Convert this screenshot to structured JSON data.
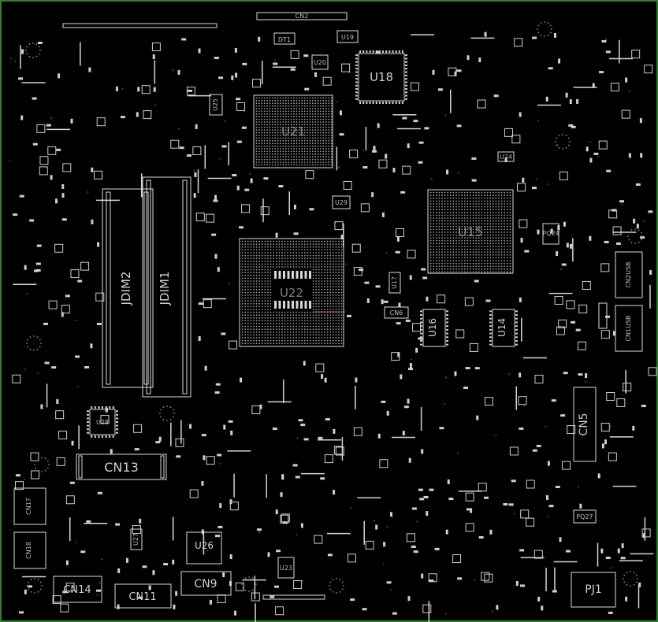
{
  "colors": {
    "background": "#000000",
    "border": "#2f7d32",
    "silkscreen": "#dcdcdc",
    "via": "#2a5b7c",
    "highlight": "#c07070"
  },
  "components": {
    "cn2": "CN2",
    "dt1": "DT1",
    "u19": "U19",
    "u18": "U18",
    "u20": "U20",
    "u21": "U21",
    "u25": "U25",
    "u15": "U15",
    "u22": "U22",
    "u16": "U16",
    "u14": "U14",
    "u17": "U17",
    "cn6": "CN6",
    "jdim1": "JDIM1",
    "jdim2": "JDIM2",
    "cn2usb": "CN2USB",
    "cn1usb": "CN1USB",
    "cn5": "CN5",
    "u28": "U28",
    "cn13": "CN13",
    "cn17": "CN17",
    "cn18": "CN18",
    "u26": "U26",
    "cn9": "CN9",
    "cn14": "CN14",
    "cn11": "CN11",
    "pj1": "PJ1",
    "u23": "U23",
    "pq27": "PQ27",
    "u24": "U24",
    "u27": "U27",
    "u29": "U29",
    "pq24": "PQ24"
  }
}
